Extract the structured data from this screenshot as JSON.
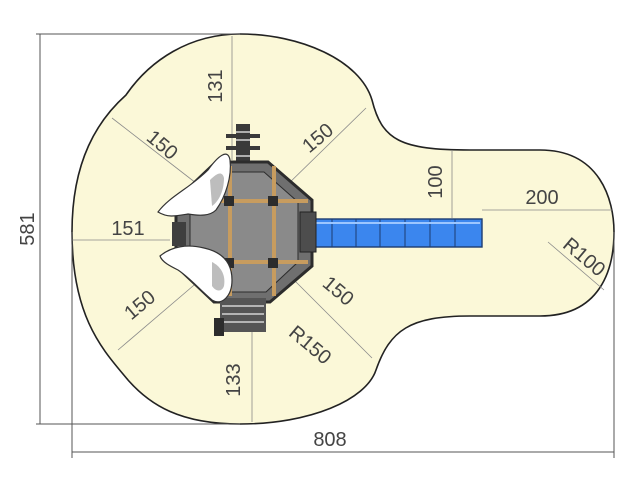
{
  "dimensions": {
    "overall_height": "581",
    "overall_width": "808",
    "top_clearance": "131",
    "upper_left_diag": "150",
    "upper_right_diag": "150",
    "left_clearance": "151",
    "lower_left_diag": "150",
    "lower_right_diag": "150",
    "bottom_clearance": "133",
    "corner_radius": "R150",
    "slide_side_clearance": "100",
    "slide_end_clearance": "200",
    "slide_end_radius": "R100"
  },
  "colors": {
    "safety_zone_fill": "#fbf8d8",
    "safety_zone_outline": "#222222",
    "platform_roof": "#6f6f6f",
    "platform_frame": "#2c2c2c",
    "wood_accent": "#c79c5f",
    "slide_blue": "#3b86ee",
    "canopy_white": "#ffffff"
  }
}
